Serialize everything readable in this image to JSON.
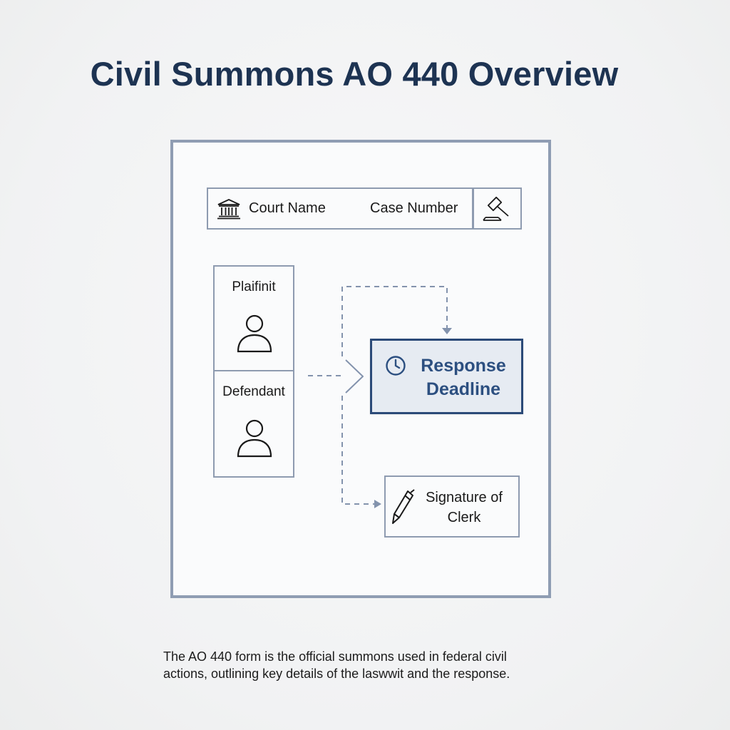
{
  "title": "Civil Summons AO 440 Overview",
  "header": {
    "court_name": "Court Name",
    "case_number": "Case Number",
    "left_icon": "courthouse-icon",
    "right_icon": "gavel-icon"
  },
  "parties": {
    "plaintiff_label": "Plaifinit",
    "defendant_label": "Defendant",
    "icon": "person-icon"
  },
  "deadline": {
    "line1": "Response",
    "line2": "Deadline",
    "icon": "clock-icon"
  },
  "clerk": {
    "line1": "Signature of",
    "line2": "Clerk",
    "icon": "pen-icon"
  },
  "caption": {
    "line1": "The AO 440 form is the official summons used in federal civil",
    "line2": "actions, outlining key details of the laswwit and the response."
  },
  "colors": {
    "title": "#1d3352",
    "frame": "#8f9db3",
    "accent": "#2c4f80",
    "accent_fill": "#e6ebf2",
    "connector": "#8393ad"
  }
}
